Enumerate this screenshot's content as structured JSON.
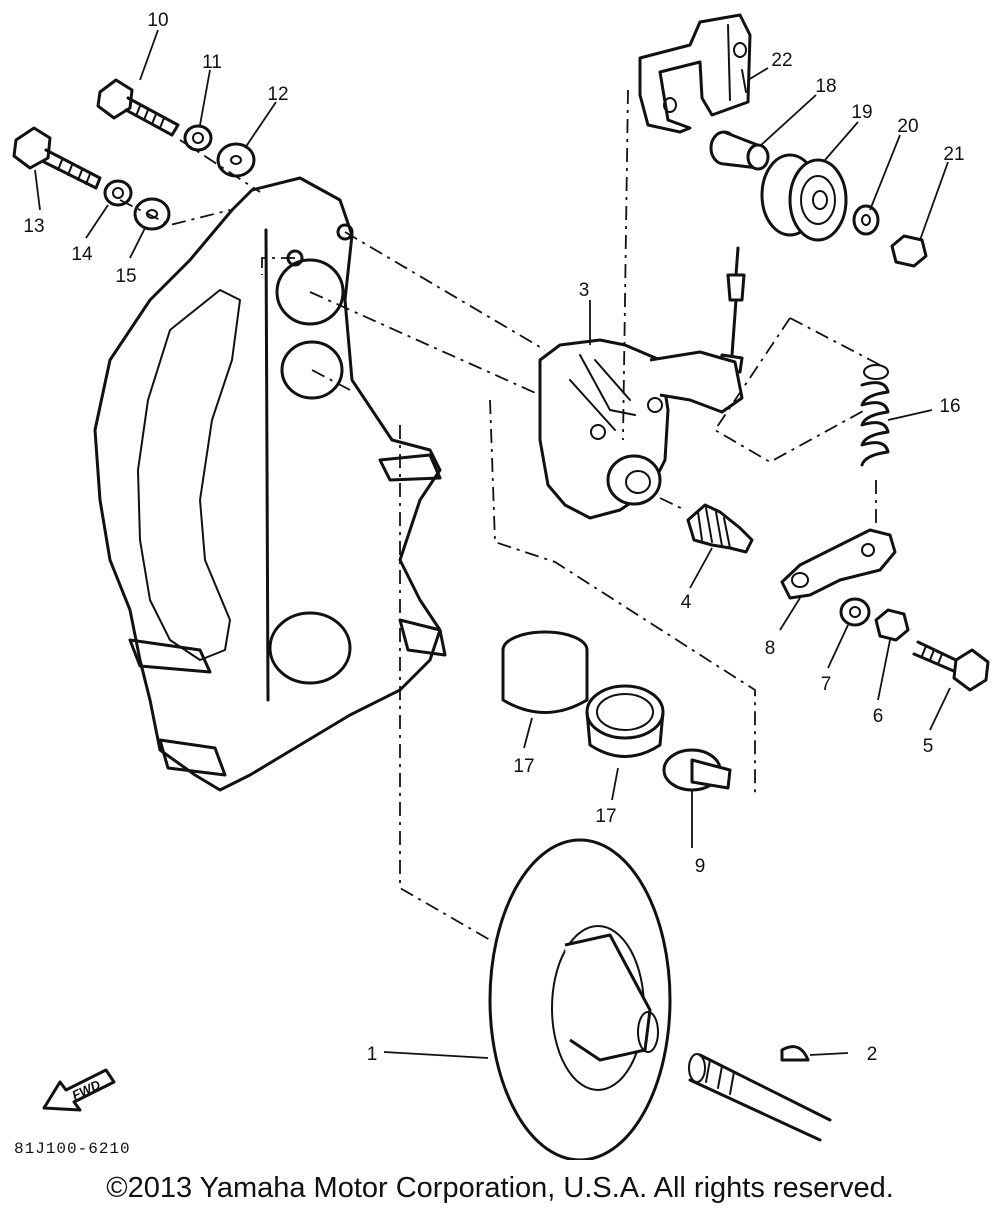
{
  "callouts": {
    "c1": "1",
    "c2": "2",
    "c3": "3",
    "c4": "4",
    "c5": "5",
    "c6": "6",
    "c7": "7",
    "c8": "8",
    "c9": "9",
    "c10": "10",
    "c11": "11",
    "c12": "12",
    "c13": "13",
    "c14": "14",
    "c15": "15",
    "c16": "16",
    "c17a": "17",
    "c17b": "17",
    "c18": "18",
    "c19": "19",
    "c20": "20",
    "c21": "21",
    "c22": "22"
  },
  "fwd_label": "FWD",
  "diagram_code": "81J100-6210",
  "copyright": "©2013 Yamaha Motor Corporation, U.S.A. All rights reserved."
}
